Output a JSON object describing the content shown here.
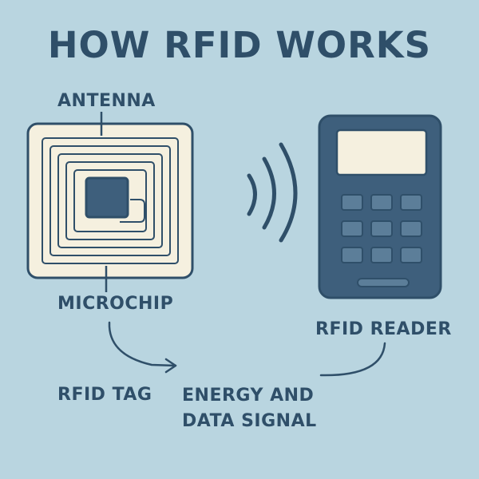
{
  "title": "HOW RFID WORKS",
  "labels": {
    "antenna": "ANTENNA",
    "microchip": "MICROCHIP",
    "rfid_reader": "RFID READER",
    "rfid_tag": "RFID TAG",
    "energy_data_line1": "ENERGY AND",
    "energy_data_line2": "DATA SIGNAL"
  },
  "colors": {
    "background": "#b9d5e0",
    "primary": "#2f4f69",
    "tag_fill": "#f5f0df",
    "reader_body": "#3e5f7c",
    "reader_screen": "#f5f0df"
  },
  "icons": {
    "tag": "rfid-tag-icon",
    "chip": "microchip-icon",
    "waves": "signal-waves-icon",
    "reader": "rfid-reader-icon"
  }
}
